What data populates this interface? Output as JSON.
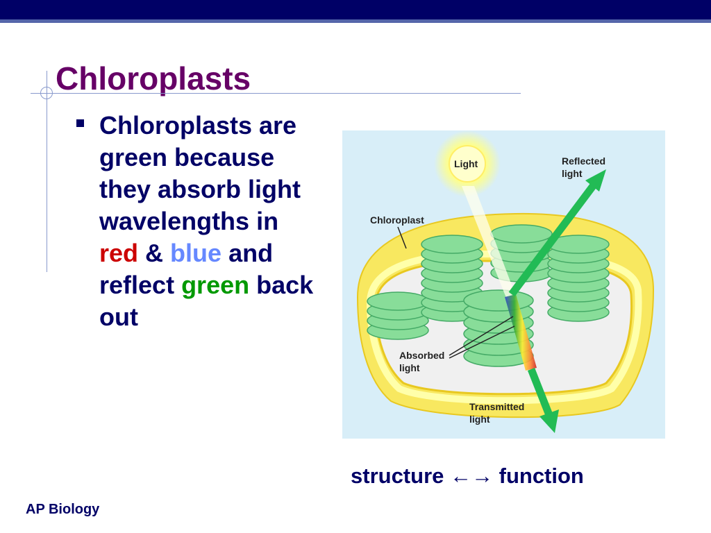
{
  "slide": {
    "title": "Chloroplasts",
    "bullet": {
      "part1": "Chloroplasts are green because they absorb light wavelengths in ",
      "red_word": "red",
      "amp": " & ",
      "blue_word": "blue",
      "part2": " and reflect ",
      "green_word": "green",
      "part3": " back out"
    },
    "caption": {
      "left": "structure",
      "arrow": "←→",
      "right": "function"
    },
    "footer": "AP Biology"
  },
  "diagram": {
    "light": "Light",
    "reflected_line1": "Reflected",
    "reflected_line2": "light",
    "chloroplast": "Chloroplast",
    "absorbed_line1": "Absorbed",
    "absorbed_line2": "light",
    "transmitted_line1": "Transmitted",
    "transmitted_line2": "light"
  },
  "colors": {
    "title": "#660066",
    "text": "#000066",
    "red": "#cc0000",
    "blue": "#6688ff",
    "green": "#009900",
    "top_bar": "#000066"
  }
}
